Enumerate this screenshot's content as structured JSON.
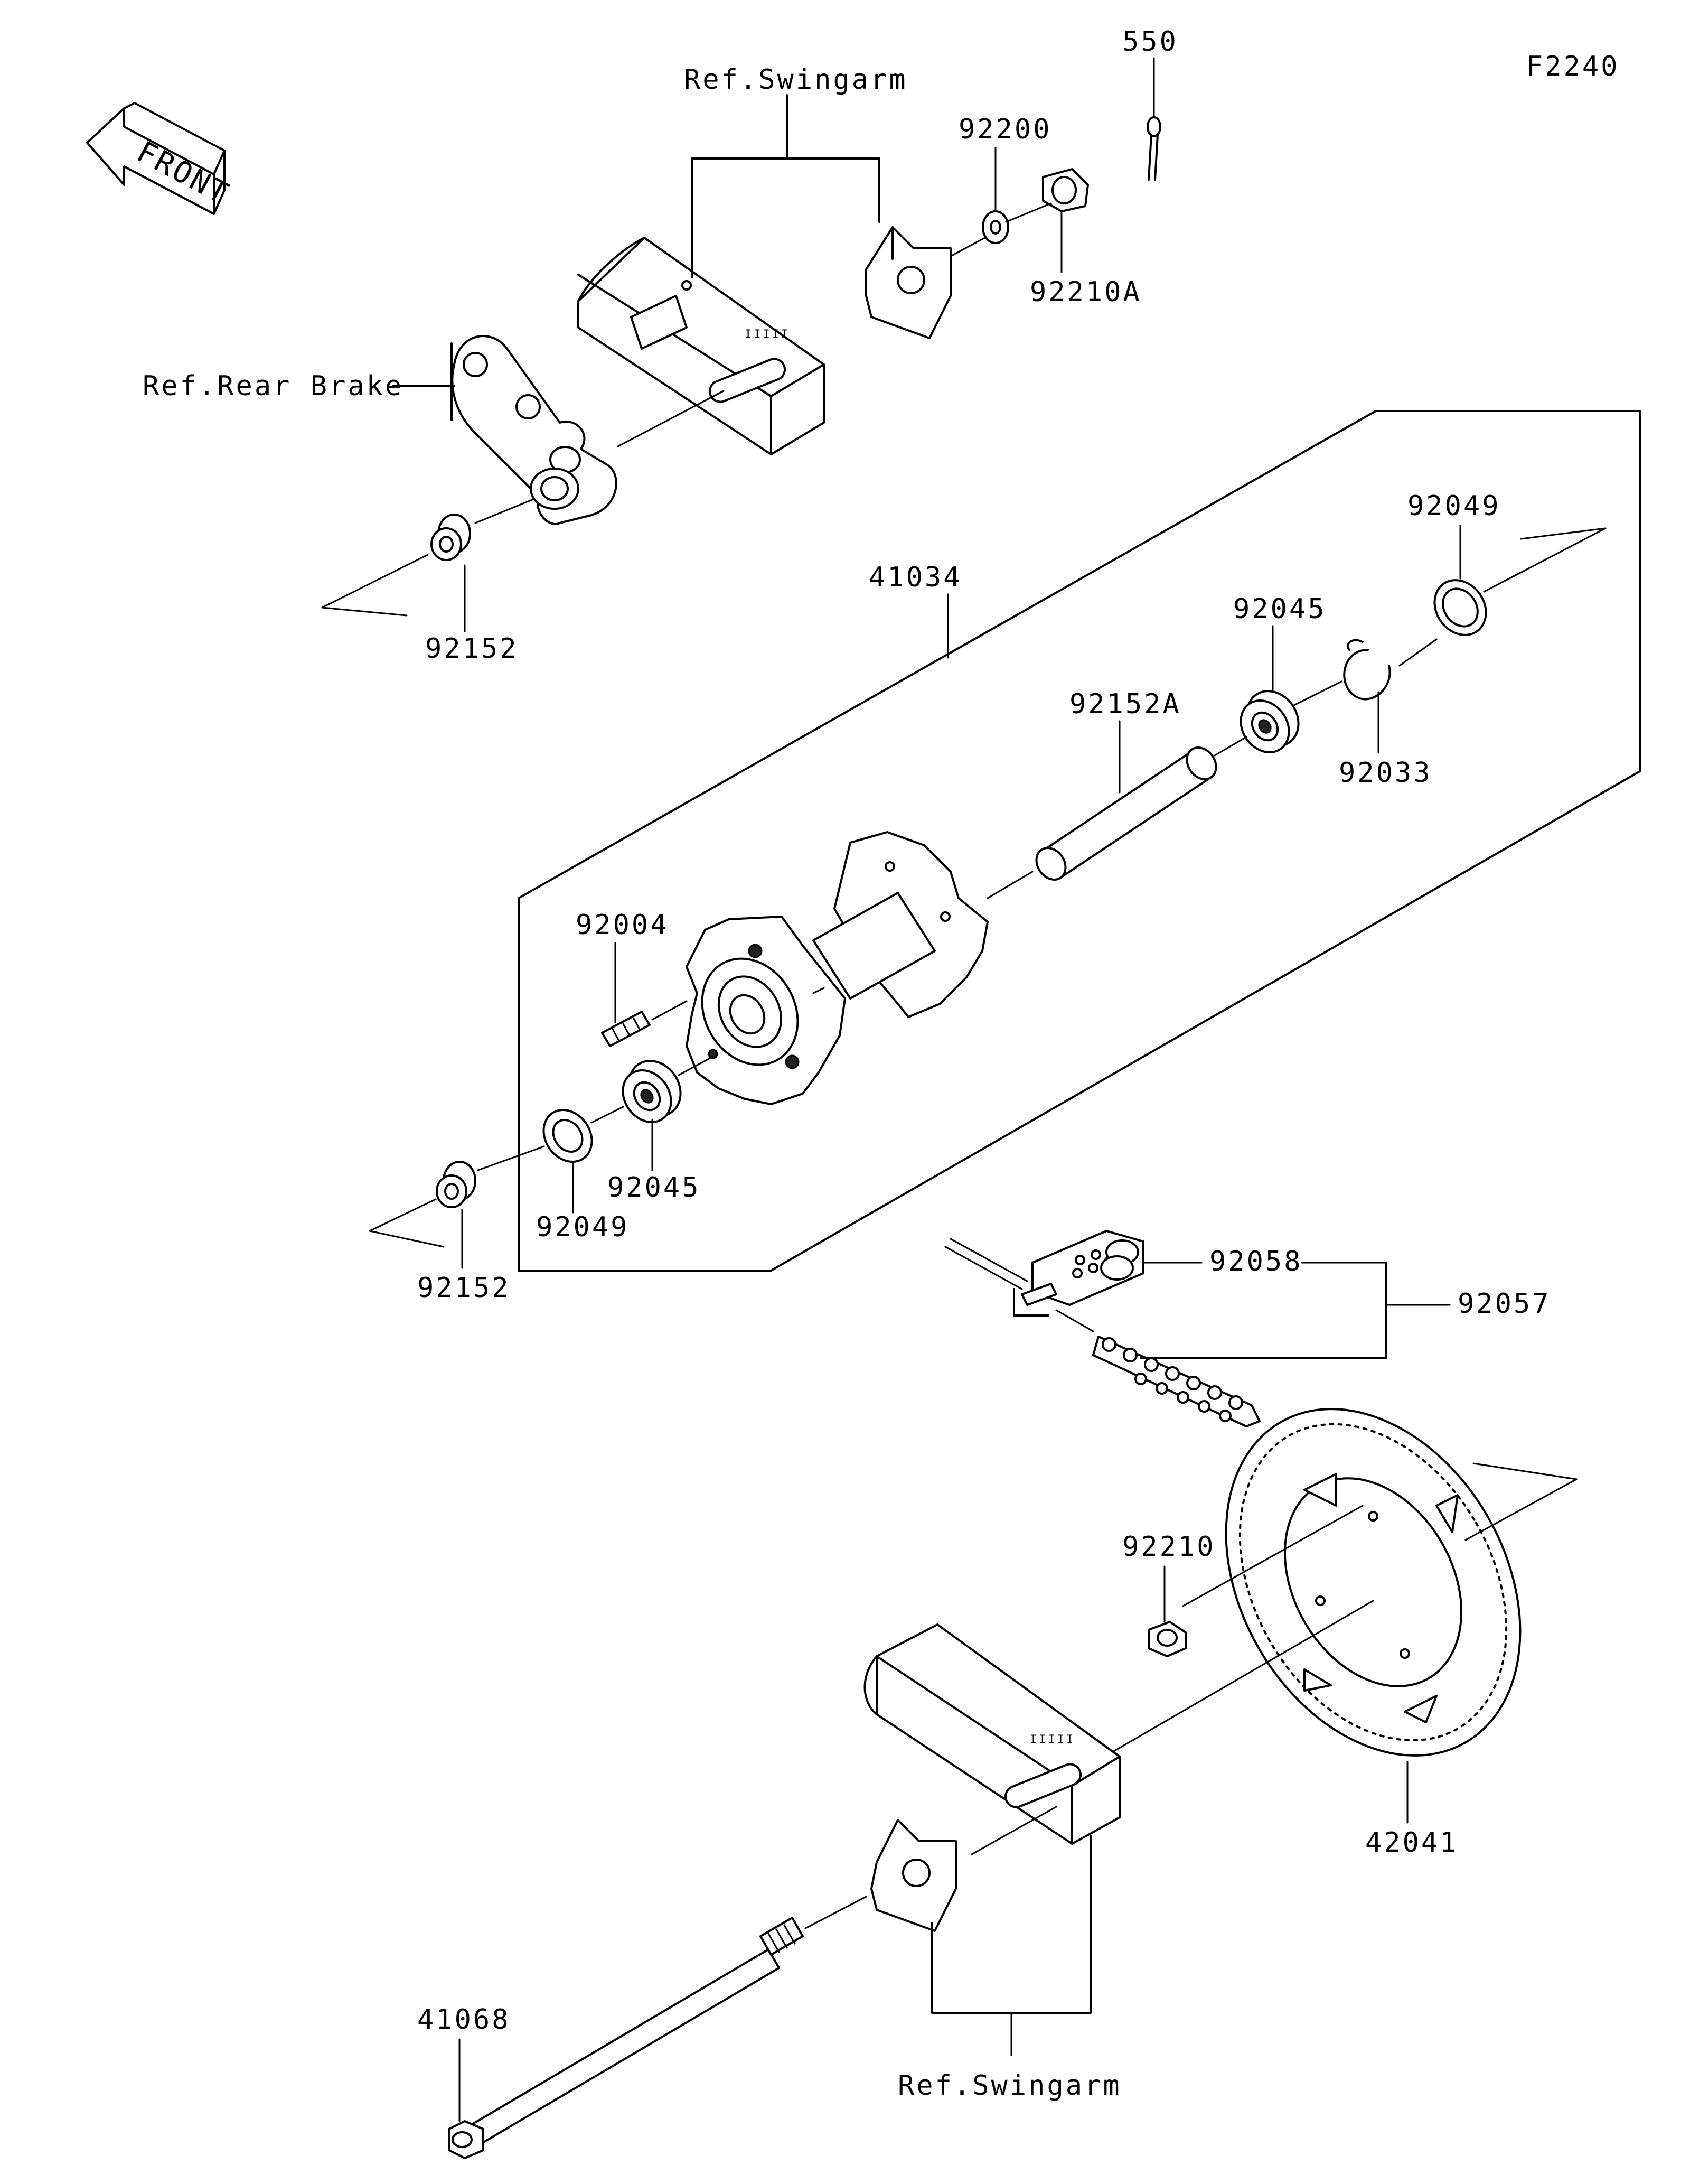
{
  "figure_code": "F2240",
  "front_label": "FRONT",
  "callouts": {
    "p550": "550",
    "ref_swingarm_top": "Ref.Swingarm",
    "p92200": "92200",
    "p92210A": "92210A",
    "ref_rear_brake": "Ref.Rear Brake",
    "p92152_top": "92152",
    "p92049_right": "92049",
    "p41034": "41034",
    "p92045_right": "92045",
    "p92152A": "92152A",
    "p92033": "92033",
    "p92004": "92004",
    "p92045_left": "92045",
    "p92049_left": "92049",
    "p92152_bottom": "92152",
    "p92058": "92058",
    "p92057": "92057",
    "p92210": "92210",
    "p42041": "42041",
    "p41068": "41068",
    "ref_swingarm_bottom": "Ref.Swingarm"
  }
}
